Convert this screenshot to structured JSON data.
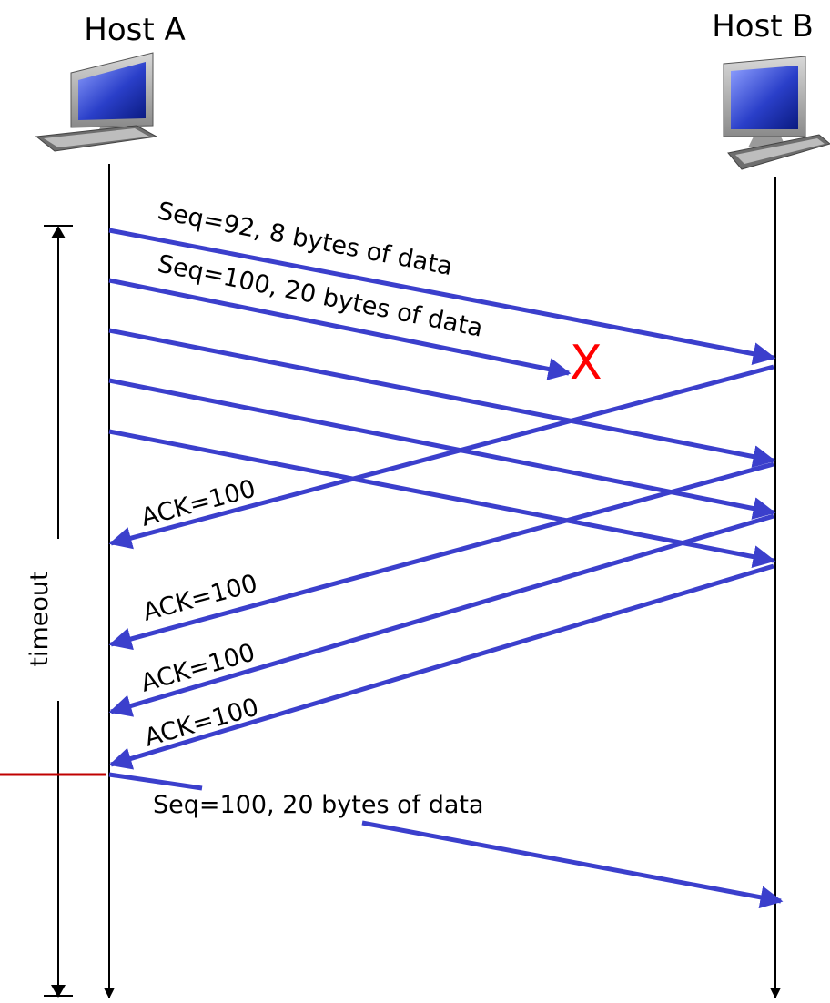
{
  "hosts": {
    "a": {
      "label": "Host A"
    },
    "b": {
      "label": "Host B"
    }
  },
  "timer": {
    "label": "timeout"
  },
  "messages": {
    "seq92": "Seq=92, 8 bytes of data",
    "seq100": "Seq=100, 20 bytes of data",
    "ack1": "ACK=100",
    "ack2": "ACK=100",
    "ack3": "ACK=100",
    "ack4": "ACK=100",
    "retransmit": "Seq=100, 20 bytes of data"
  },
  "loss_marker": "X",
  "colors": {
    "arrow": "#3b3fcc",
    "loss": "#ff0000",
    "timeout_line": "#c00000",
    "timeline": "#000000"
  }
}
